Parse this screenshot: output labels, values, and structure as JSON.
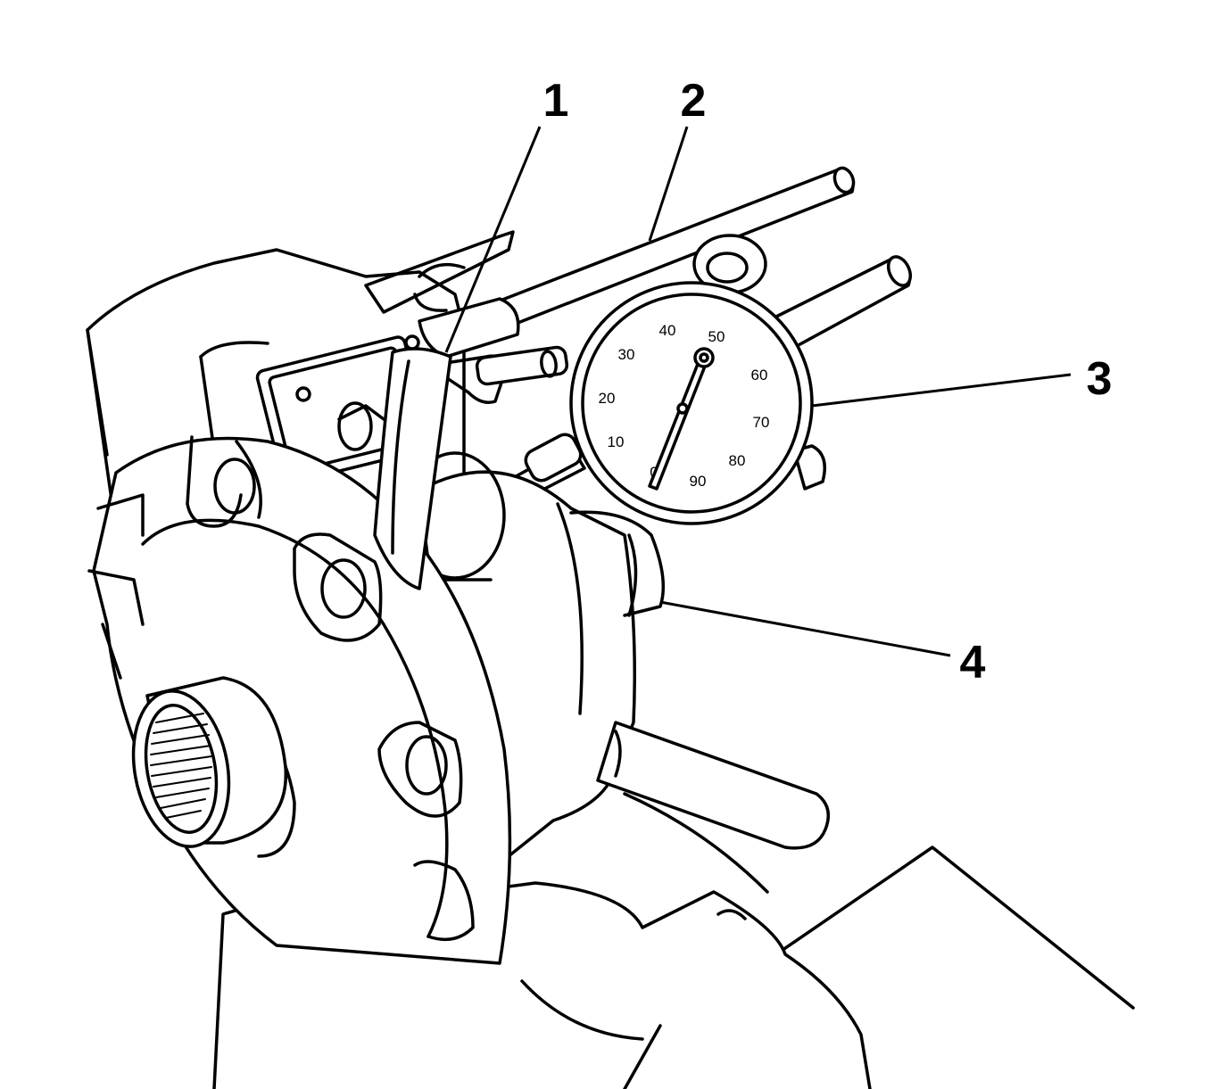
{
  "callouts": [
    {
      "label": "1"
    },
    {
      "label": "2"
    },
    {
      "label": "3"
    },
    {
      "label": "4"
    }
  ],
  "dial": {
    "tick_labels": [
      "0",
      "10",
      "20",
      "30",
      "40",
      "50",
      "60",
      "70",
      "80",
      "90"
    ]
  },
  "colors": {
    "line": "#000000",
    "background": "#ffffff"
  }
}
